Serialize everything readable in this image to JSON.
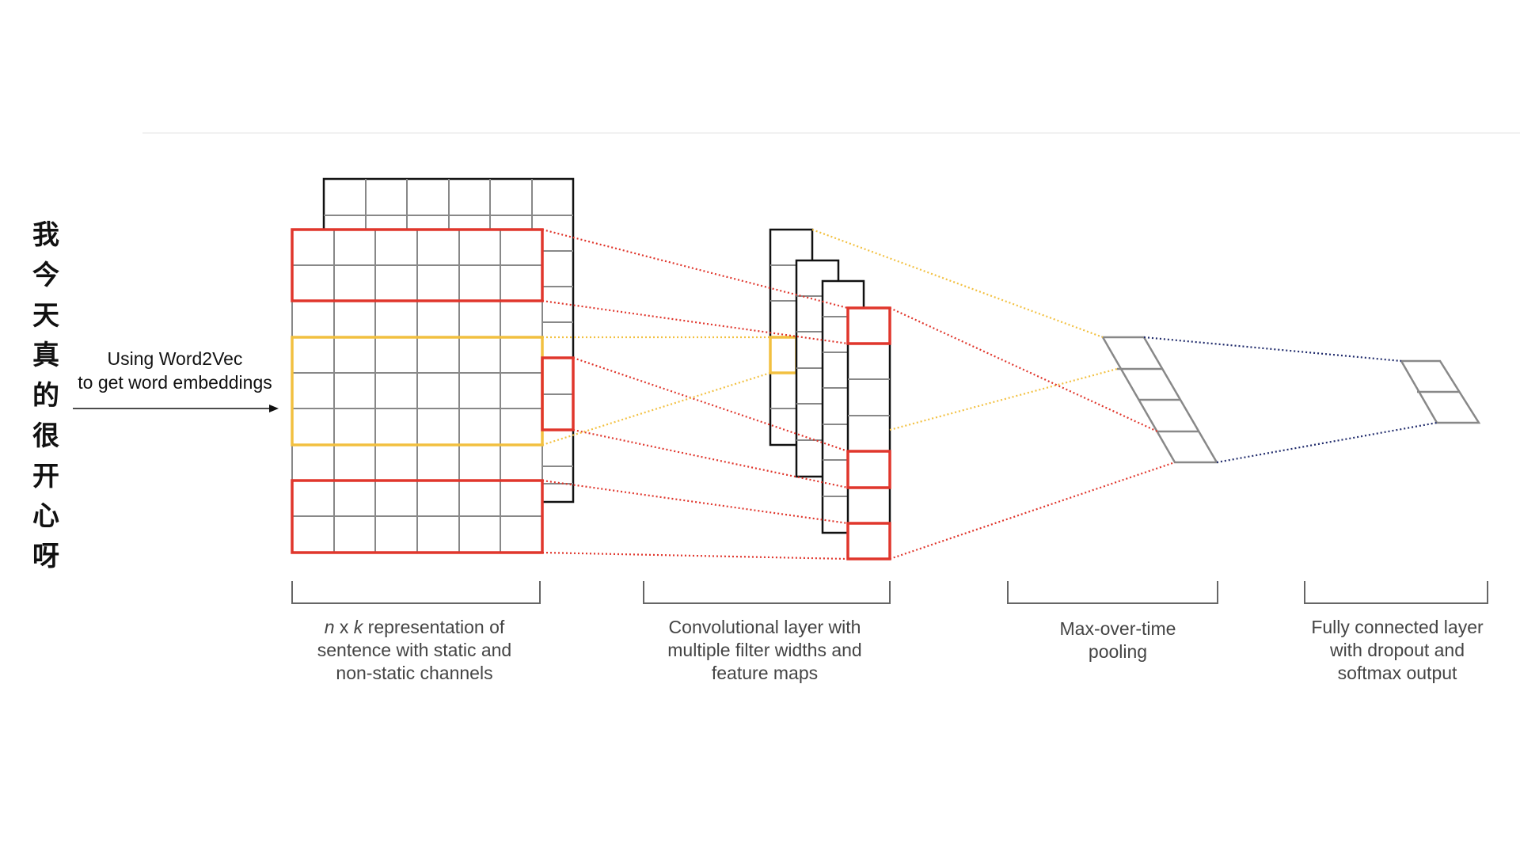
{
  "sentence_chars": [
    "我",
    "今",
    "天",
    "真",
    "的",
    "很",
    "开",
    "心",
    "呀"
  ],
  "embedding_label": {
    "line1": "Using Word2Vec",
    "line2": "to get word embeddings"
  },
  "captions": {
    "input": {
      "n": "n",
      "x": " x ",
      "k": "k",
      "rest": " representation of",
      "line2": "sentence with static and",
      "line3": "non-static channels"
    },
    "conv": {
      "line1": "Convolutional layer with",
      "line2": "multiple filter widths and",
      "line3": "feature maps"
    },
    "pool": {
      "line1": "Max-over-time",
      "line2": "pooling"
    },
    "fc": {
      "line1": "Fully connected layer",
      "line2": "with dropout and",
      "line3": "softmax output"
    }
  },
  "colors": {
    "red_filter": "#e0362c",
    "yellow_filter": "#f2c040",
    "fc_connector": "#1f2a6b",
    "grid_line": "#888888",
    "frame": "#111111"
  }
}
